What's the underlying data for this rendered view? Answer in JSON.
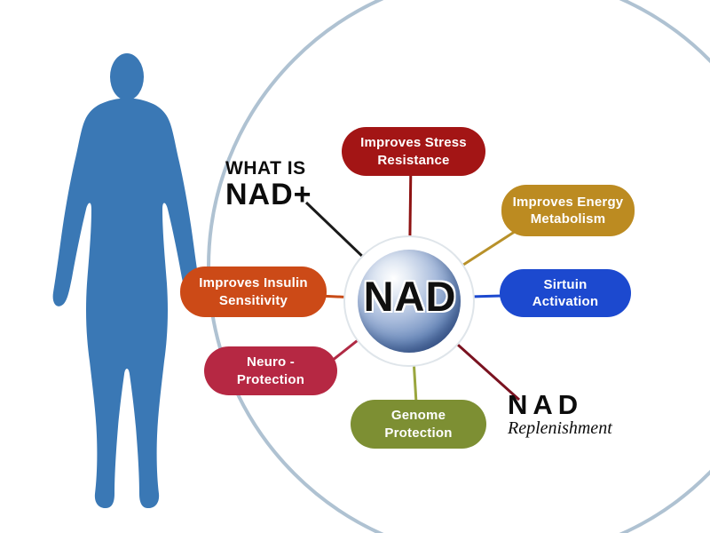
{
  "diagram": {
    "title_center": "NAD",
    "figure_color": "#3a78b5",
    "arc_color": "#afc2d2",
    "ring_color": "#dfe5ea",
    "question": {
      "line1": "WHAT IS",
      "line2": "NAD+",
      "line_color": "#1a1a1a"
    },
    "replenishment": {
      "line1": "NAD",
      "line2": "Replenishment",
      "line_color": "#7a1220"
    },
    "nodes": [
      {
        "id": "stress",
        "label": "Improves Stress\nResistance",
        "color": "#a31515",
        "line_color": "#8e1212"
      },
      {
        "id": "energy",
        "label": "Improves Energy\nMetabolism",
        "color": "#bc8b21",
        "line_color": "#b8912a"
      },
      {
        "id": "sirtuin",
        "label": "Sirtuin\nActivation",
        "color": "#1c49cf",
        "line_color": "#1c49cf"
      },
      {
        "id": "insulin",
        "label": "Improves Insulin\nSensitivity",
        "color": "#cc4a17",
        "line_color": "#c84a16"
      },
      {
        "id": "neuro",
        "label": "Neuro -\nProtection",
        "color": "#b62843",
        "line_color": "#b02a44"
      },
      {
        "id": "genome",
        "label": "Genome\nProtection",
        "color": "#7d8f33",
        "line_color": "#9aa63e"
      }
    ]
  }
}
